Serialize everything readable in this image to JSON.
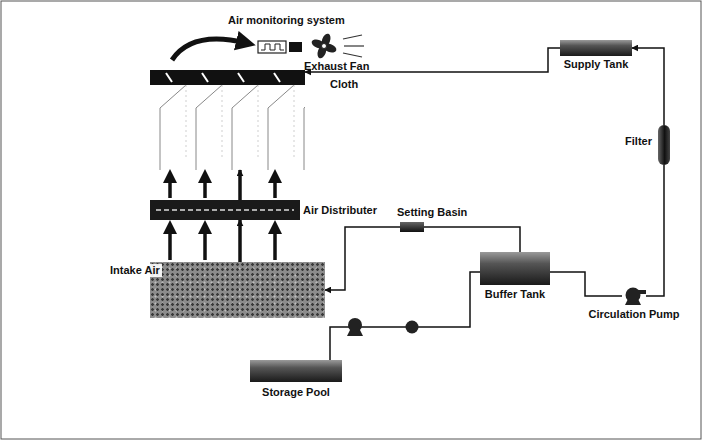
{
  "diagram": {
    "nodes": [
      {
        "text": [
          "Supply Tank"
        ]
      },
      {
        "text": [
          "Cloth"
        ]
      },
      {
        "text": [
          "Setting Basin"
        ]
      },
      {
        "text": [
          "Air Distributer"
        ]
      },
      {
        "text": [
          "Intake Air"
        ]
      },
      {
        "text": [
          "Filter"
        ]
      },
      {
        "text": [
          "Storage Pool"
        ]
      },
      {
        "text": [
          "Buffer Tank"
        ]
      },
      {
        "text": [
          "Circulation Pump"
        ]
      }
    ],
    "edges": [
      {
        "from": 0,
        "to": 1,
        "arrow": "to"
      },
      {
        "from": 3,
        "to": 1,
        "arrow": "to"
      },
      {
        "from": 4,
        "to": 3,
        "arrow": "to"
      },
      {
        "from": 2,
        "to": 4,
        "arrow": "to"
      },
      {
        "from": 7,
        "to": 2,
        "arrow": "none"
      },
      {
        "from": 6,
        "to": 7,
        "arrow": "none"
      },
      {
        "from": 7,
        "to": 8,
        "arrow": "none"
      },
      {
        "from": 8,
        "to": 5,
        "arrow": "none"
      },
      {
        "from": 5,
        "to": 0,
        "arrow": "to"
      }
    ],
    "labels": [
      "Air monitoring system",
      "Exhaust Fan"
    ]
  }
}
